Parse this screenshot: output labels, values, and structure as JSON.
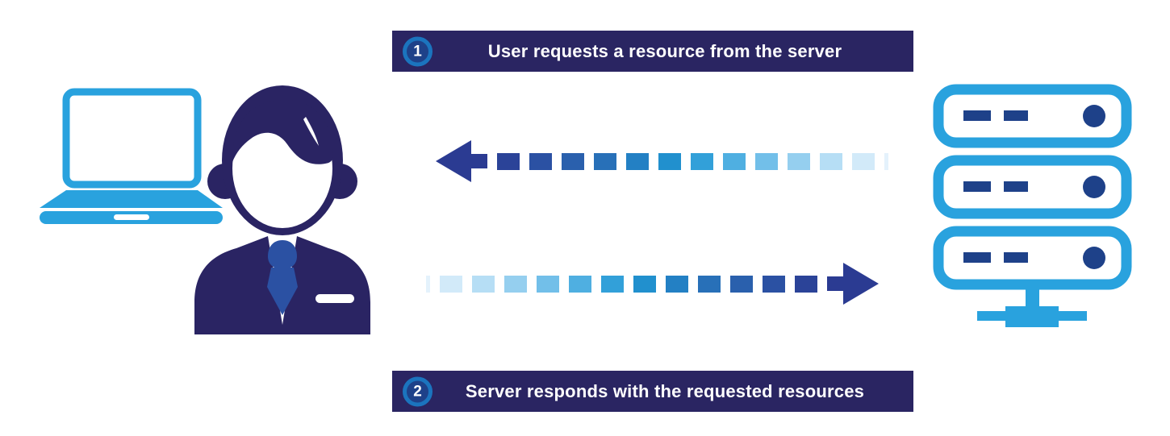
{
  "banners": {
    "top": {
      "number": "1",
      "label": "User requests a resource from the server"
    },
    "bottom": {
      "number": "2",
      "label": "Server responds with the requested resources"
    }
  },
  "icons": {
    "client_device": "laptop-icon",
    "client_user": "user-icon",
    "server": "server-stack-icon"
  },
  "colors": {
    "banner_navy": "#2A2562",
    "icon_navy": "#2A2463",
    "arrow_navy": "#2B3B92",
    "light_blue": "#29A2DE",
    "badge_ring": "#1B74BE",
    "badge_fill": "#1E4189",
    "tie_blue": "#2B51A3",
    "text_white": "#FFFFFF"
  },
  "arrows": {
    "request": {
      "direction": "left",
      "meaning": "request from user toward server banner step 1",
      "dash_colors": [
        "#2B4398",
        "#2B51A3",
        "#2A60AD",
        "#2870B8",
        "#2380C4",
        "#2190CE",
        "#32A0D9",
        "#4FAFE1",
        "#72BFE9",
        "#95CFEF",
        "#B6DEF5",
        "#D2EAF9",
        "#E4F2FC"
      ]
    },
    "response": {
      "direction": "right",
      "meaning": "response from server toward user banner step 2",
      "dash_colors": [
        "#E4F2FC",
        "#D2EAF9",
        "#B6DEF5",
        "#95CFEF",
        "#72BFE9",
        "#4FAFE1",
        "#32A0D9",
        "#2190CE",
        "#2380C4",
        "#2870B8",
        "#2A60AD",
        "#2B51A3",
        "#2B4398"
      ]
    }
  }
}
